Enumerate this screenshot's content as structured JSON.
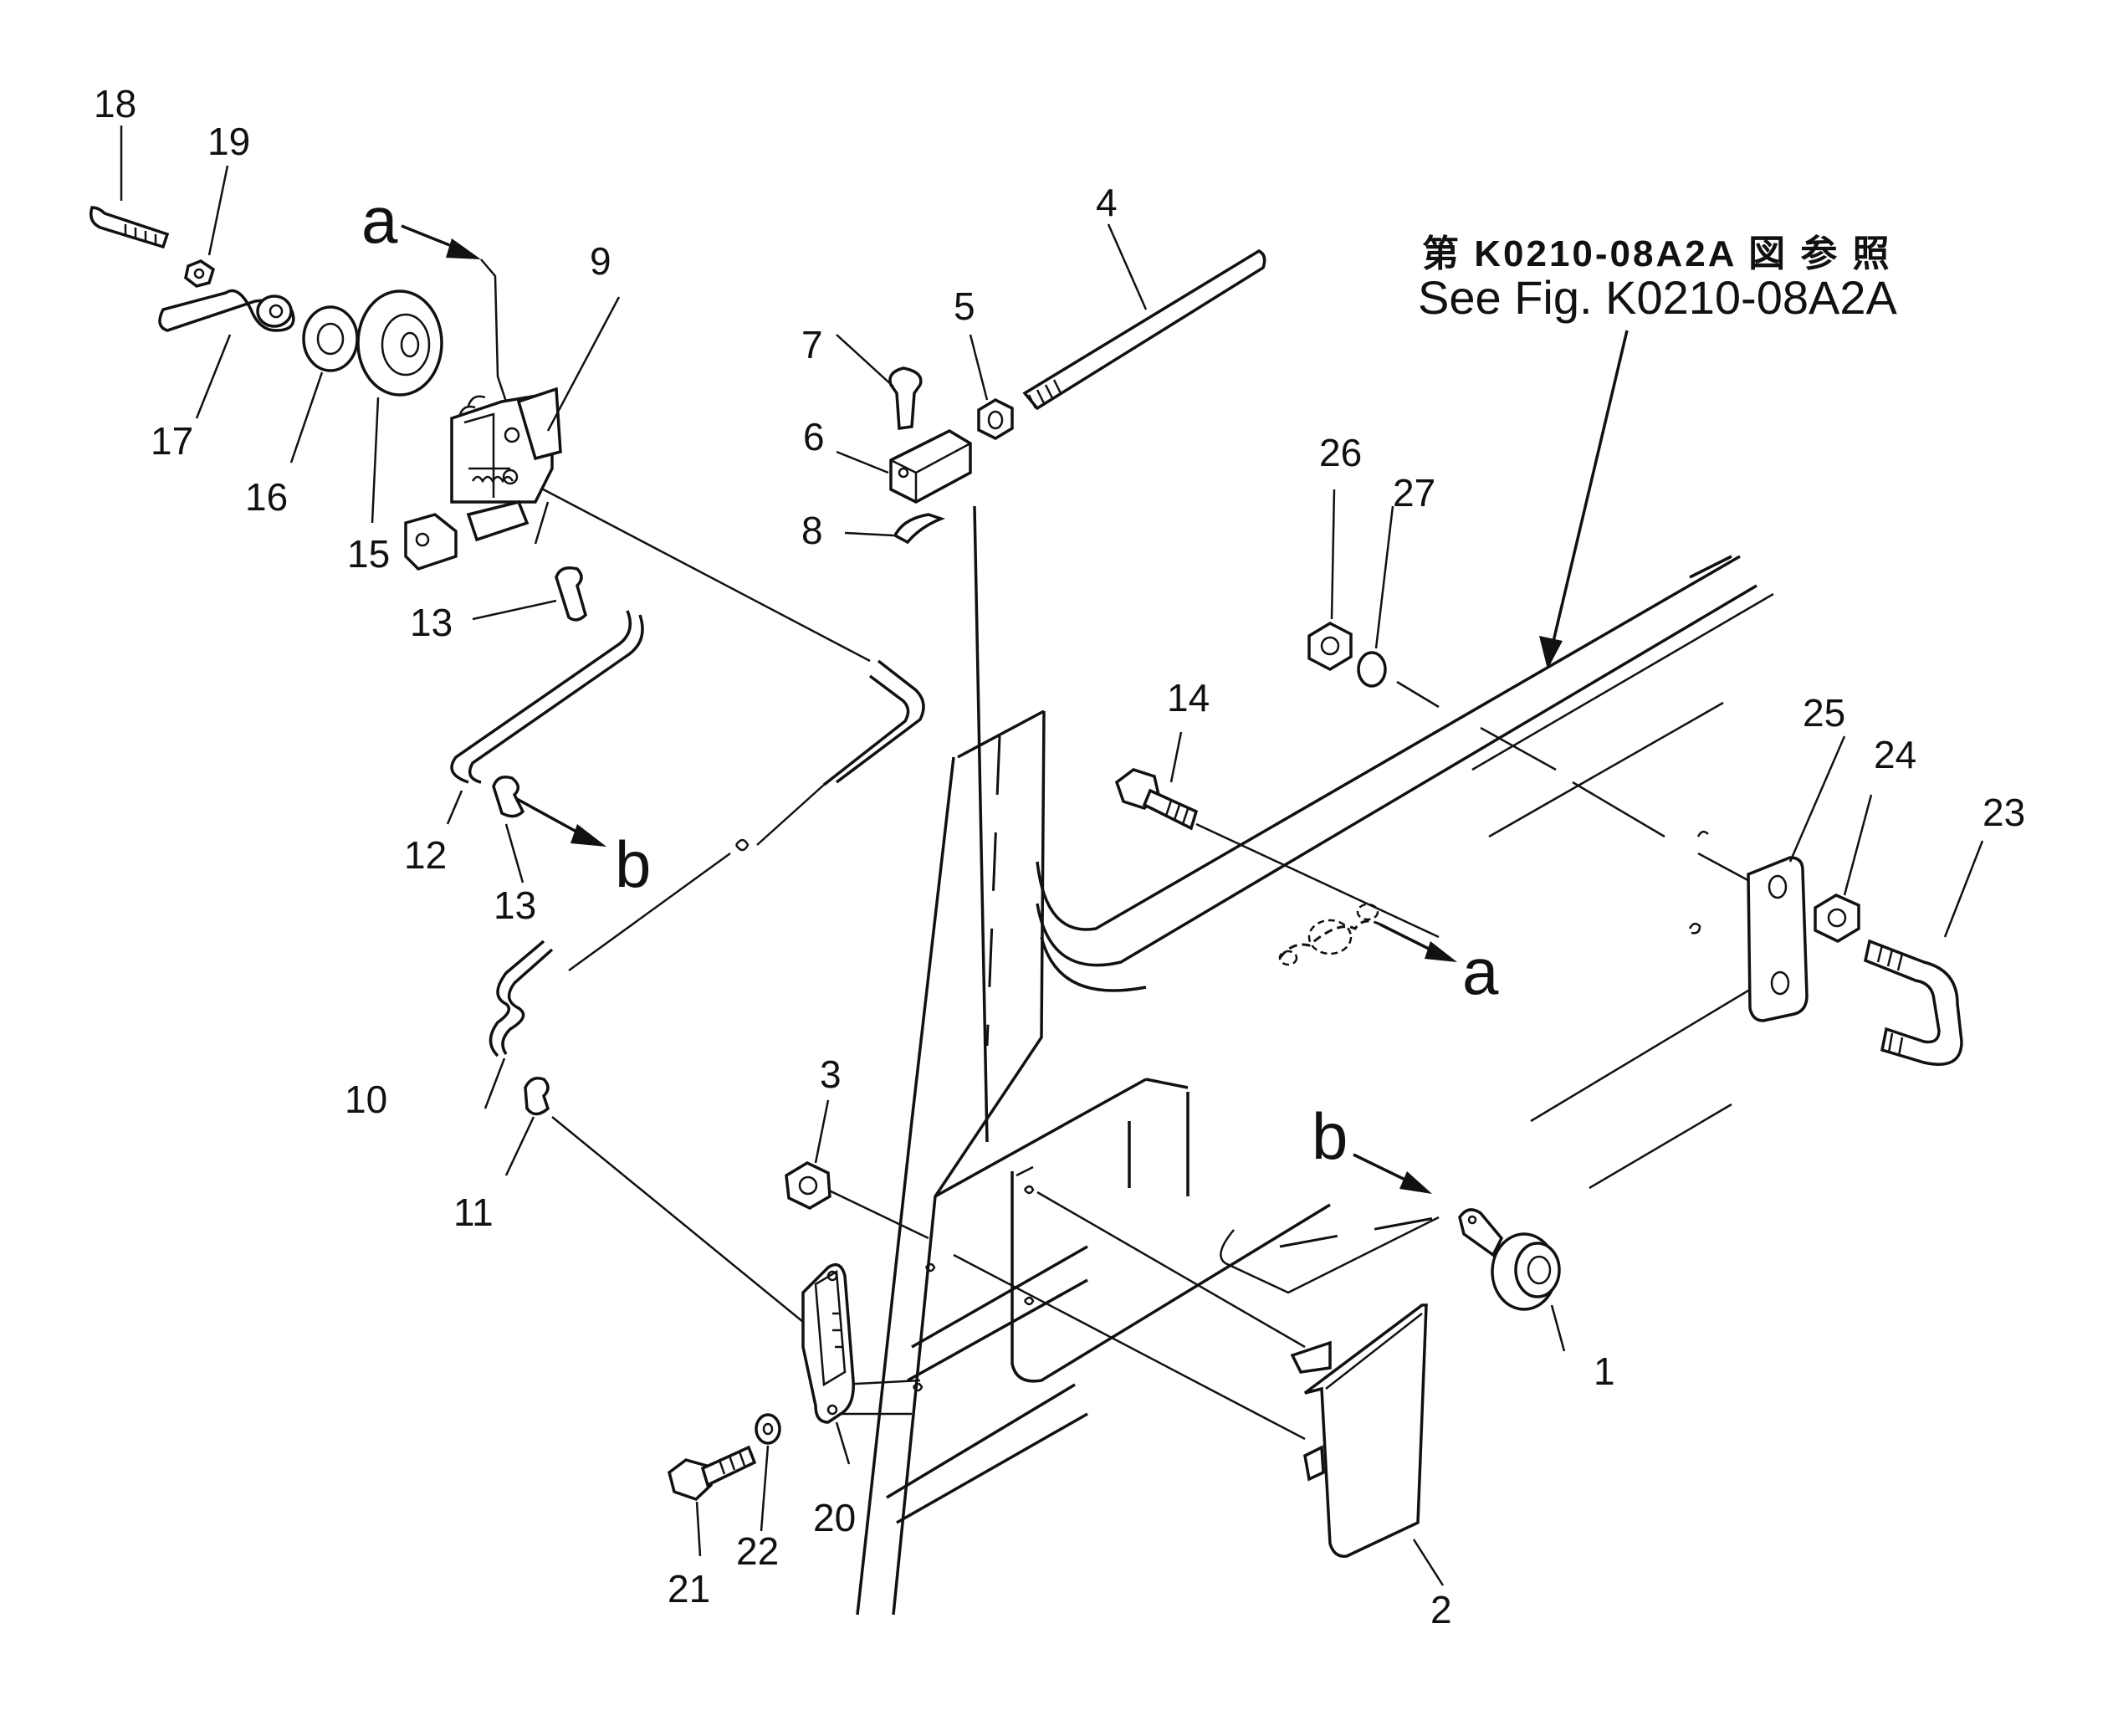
{
  "reference": {
    "japanese": "第 K0210-08A2A 図 参 照",
    "english": "See Fig. K0210-08A2A"
  },
  "letters": {
    "a_top": "a",
    "a_right": "a",
    "b_left": "b",
    "b_right": "b"
  },
  "callouts": {
    "p1": "1",
    "p2": "2",
    "p3": "3",
    "p4": "4",
    "p5": "5",
    "p6": "6",
    "p7": "7",
    "p8": "8",
    "p9": "9",
    "p10": "10",
    "p11": "11",
    "p12": "12",
    "p13a": "13",
    "p13b": "13",
    "p14": "14",
    "p15": "15",
    "p16": "16",
    "p17": "17",
    "p18": "18",
    "p19": "19",
    "p20": "20",
    "p21": "21",
    "p22": "22",
    "p23": "23",
    "p24": "24",
    "p25": "25",
    "p26": "26",
    "p27": "27"
  }
}
